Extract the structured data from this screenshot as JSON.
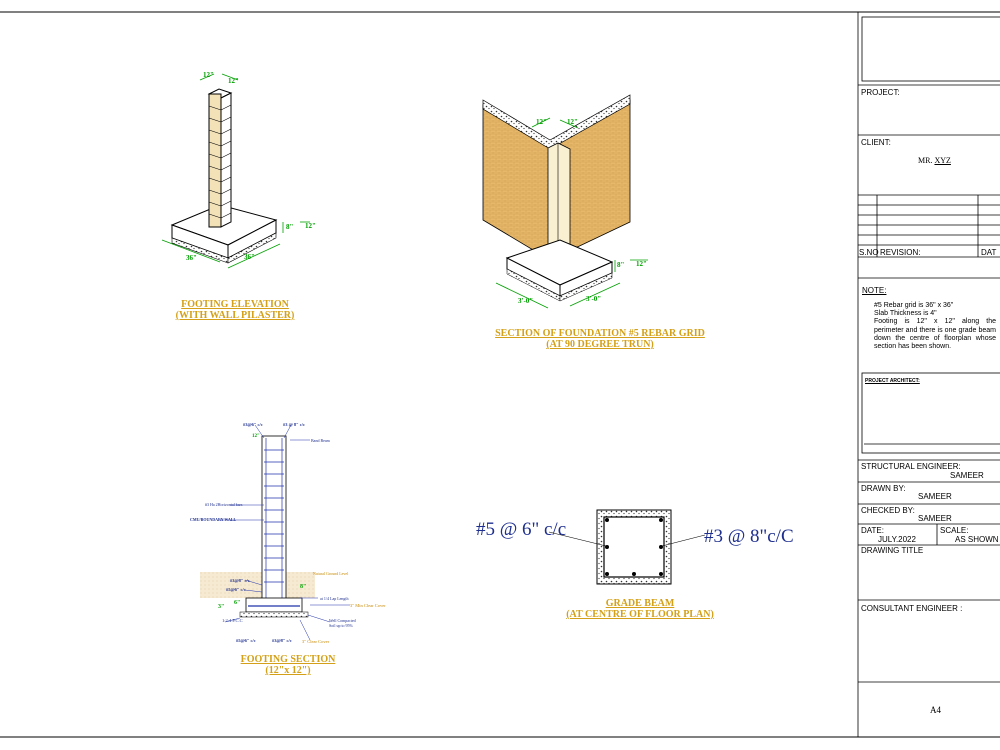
{
  "drawing": {
    "footing_elevation": {
      "caption_line1": "FOOTING ELEVATION",
      "caption_line2": "(WITH WALL PILASTER)",
      "dims": [
        "12\"",
        "12\"",
        "36\"",
        "36\"",
        "8\"",
        "12\""
      ]
    },
    "section_foundation": {
      "caption_line1": "SECTION OF FOUNDATION #5 REBAR GRID",
      "caption_line2": "(AT 90 DEGREE TRUN)",
      "dims": [
        "12\"",
        "12\"",
        "8\"",
        "12\"",
        "3'-0\"",
        "3'-0\""
      ]
    },
    "footing_section": {
      "caption_line1": "FOOTING SECTION",
      "caption_line2": "(12\"x 12\")",
      "labels": {
        "top_left": "#3@6\" c/c",
        "top_right": "#3 @ 8\" c/c",
        "band_beam": "Band Beam",
        "rebar": "#3 Ha 2Horizontal bars",
        "wall": "CMU/BOUNDARY WALL",
        "ground": "Natural Ground Level",
        "l1": "#3@8\" c/c",
        "l2": "#5@6\" c/c",
        "l3": "12\"",
        "lap": "at 1/4 Lap Length",
        "cover_top": "3\" Min Clear Cover",
        "pcc": "1:2:4 P.C.C",
        "compacted": "Well Compacted",
        "compacted2": "Soil up to 95%",
        "bottom1": "#5@6\" c/c",
        "bottom2": "#3@8\" c/c",
        "cover_bottom": "3\" Clear Cover",
        "d1": "3\"",
        "d2": "6\"",
        "d3": "8\""
      }
    },
    "grade_beam": {
      "caption_line1": "GRADE BEAM",
      "caption_line2": "(AT CENTRE OF FLOOR PLAN)",
      "left_label": "#5 @ 6\" c/c",
      "right_label": "#3 @ 8\"c/C"
    }
  },
  "title_block": {
    "project_label": "PROJECT:",
    "client_label": "CLIENT:",
    "client_prefix": "MR. ",
    "client_name": "XYZ",
    "revision_sno": "S.NO",
    "revision_label": "REVISION:",
    "revision_date": "DAT",
    "note_label": "NOTE:",
    "note_lines": [
      "#5 Rebar grid is 36\" x 36\"",
      "Slab Thickness is 4\"",
      "Footing is 12\" x 12\" along the perimeter and there is one grade beam down the centre of floorplan whose section has been shown."
    ],
    "project_architect_label": "PROJECT ARCHITECT:",
    "structural_engineer_label": "STRUCTURAL ENGINEER:",
    "structural_engineer": "SAMEER",
    "drawn_by_label": "DRAWN BY:",
    "drawn_by": "SAMEER",
    "checked_by_label": "CHECKED BY:",
    "checked_by": "SAMEER",
    "date_label": "DATE:",
    "date": "JULY.2022",
    "scale_label": "SCALE:",
    "scale": "AS SHOWN",
    "drawing_title_label": "DRAWING TITLE",
    "consultant_label": "CONSULTANT ENGINEER :",
    "sheet_size": "A4"
  },
  "colors": {
    "caption": "#d4a017",
    "dimension": "#00a000",
    "brick": "#e8b86a",
    "blue_label": "#1e2f8f",
    "rebar": "#2233aa"
  }
}
